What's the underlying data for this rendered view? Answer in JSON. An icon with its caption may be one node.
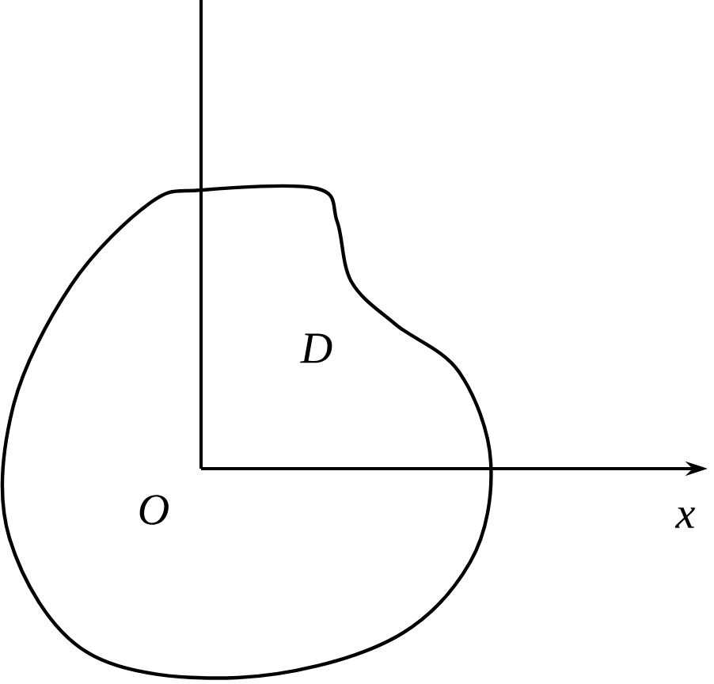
{
  "diagram": {
    "nodes": [
      {
        "text": [
          "D"
        ]
      }
    ],
    "labels": [
      "O",
      "x"
    ]
  }
}
